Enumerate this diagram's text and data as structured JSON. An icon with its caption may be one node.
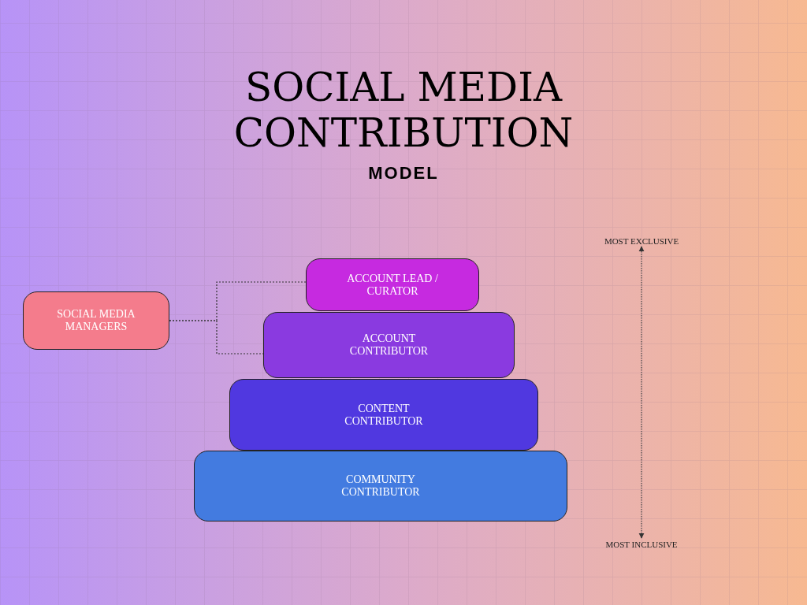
{
  "diagram": {
    "title": "SOCIAL MEDIA CONTRIBUTION",
    "nodes": [
      {
        "text": [
          "SOCIAL MEDIA MANAGERS"
        ]
      },
      {
        "text": [
          "ACCOUNT LEAD / CURATOR"
        ]
      },
      {
        "text": [
          "ACCOUNT CONTRIBUTOR"
        ]
      },
      {
        "text": [
          "CONTENT CONTRIBUTOR"
        ]
      },
      {
        "text": [
          "COMMUNITY CONTRIBUTOR"
        ]
      }
    ],
    "edges": [
      {
        "from": 0,
        "to": 1,
        "arrow": "none",
        "style": "dashed"
      },
      {
        "from": 0,
        "to": 2,
        "arrow": "none",
        "style": "dashed"
      }
    ],
    "labels": [
      "MODEL",
      "MOST EXCLUSIVE",
      "MOST INCLUSIVE"
    ]
  }
}
